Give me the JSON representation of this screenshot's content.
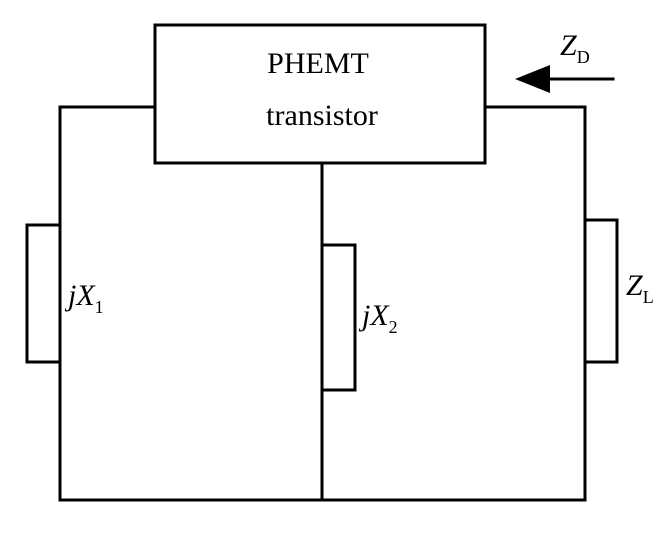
{
  "transistor": {
    "line1": "PHEMT",
    "line2": "transistor"
  },
  "components": {
    "x1": {
      "prefix": "jX",
      "subscript": "1"
    },
    "x2": {
      "prefix": "jX",
      "subscript": "2"
    },
    "zl": {
      "prefix": "Z",
      "subscript": "L"
    }
  },
  "arrow": {
    "prefix": "Z",
    "subscript": "D"
  }
}
